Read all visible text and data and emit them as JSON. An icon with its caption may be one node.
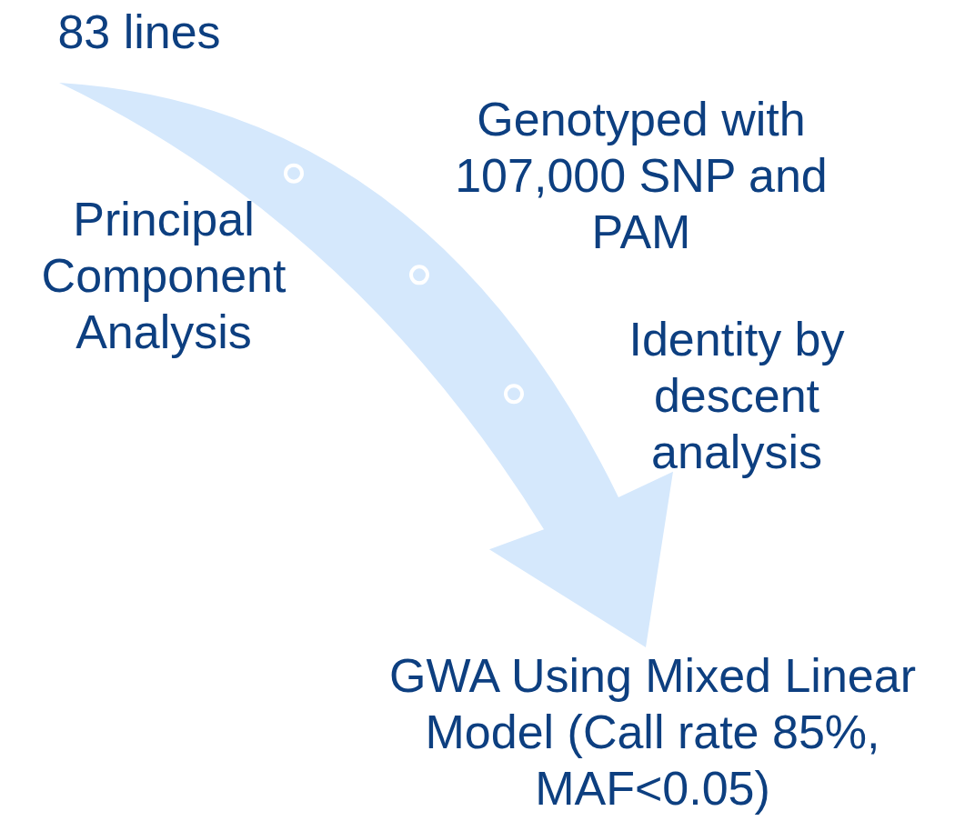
{
  "diagram": {
    "nodes": [
      {
        "text": [
          "83 lines"
        ]
      },
      {
        "text": [
          "GWA Using Mixed Linear Model (Call rate 85%, MAF<0.05)"
        ]
      }
    ],
    "edges": [
      {
        "from": 0,
        "to": 1,
        "arrow": "to"
      }
    ],
    "labels": [
      "Genotyped with 107,000 SNP and PAM",
      "Principal Component Analysis",
      "Identity by descent analysis"
    ]
  }
}
